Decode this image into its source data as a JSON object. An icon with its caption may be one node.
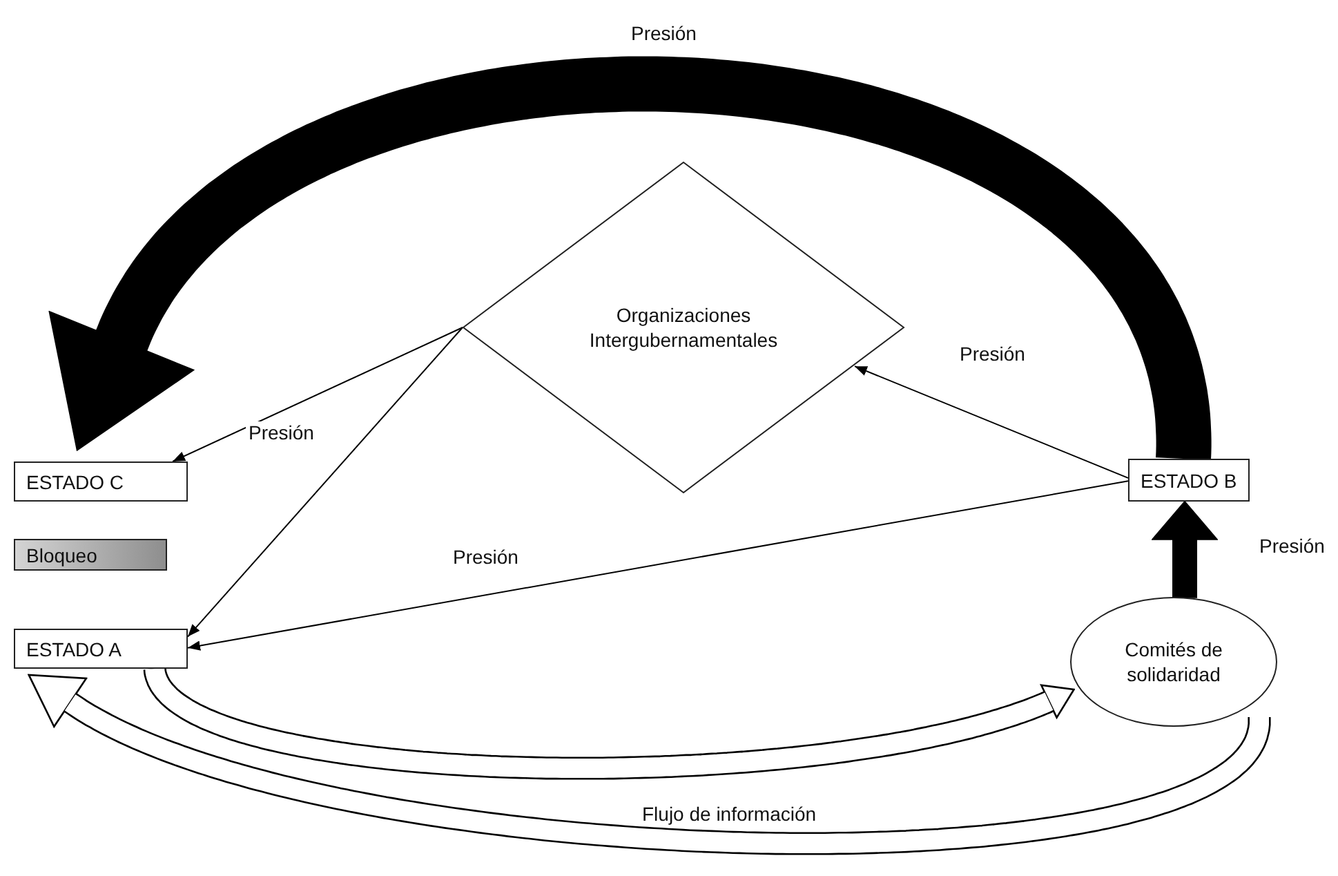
{
  "diagram": {
    "nodes": [
      {
        "text": [
          "Organizaciones Intergubernamentales"
        ]
      },
      {
        "text": [
          "ESTADO C"
        ]
      },
      {
        "text": [
          "Bloqueo"
        ]
      },
      {
        "text": [
          "ESTADO A"
        ]
      },
      {
        "text": [
          "ESTADO B"
        ]
      },
      {
        "text": [
          "Comités de solidaridad"
        ]
      }
    ],
    "edges": [
      {
        "from": 4,
        "to": 1,
        "arrow": "to",
        "label": "Presión",
        "style": "thick"
      },
      {
        "from": 0,
        "to": 1,
        "arrow": "to",
        "label": "Presión"
      },
      {
        "from": 0,
        "to": 3,
        "arrow": "to"
      },
      {
        "from": 4,
        "to": 0,
        "arrow": "to",
        "label": "Presión"
      },
      {
        "from": 4,
        "to": 3,
        "arrow": "to",
        "label": "Presión"
      },
      {
        "from": 5,
        "to": 4,
        "arrow": "to",
        "label": "Presión",
        "style": "thick"
      },
      {
        "from": 3,
        "to": 5,
        "arrow": "to",
        "style": "thick"
      },
      {
        "from": 5,
        "to": 3,
        "arrow": "to",
        "label": "Flujo de información",
        "style": "thick"
      }
    ]
  }
}
